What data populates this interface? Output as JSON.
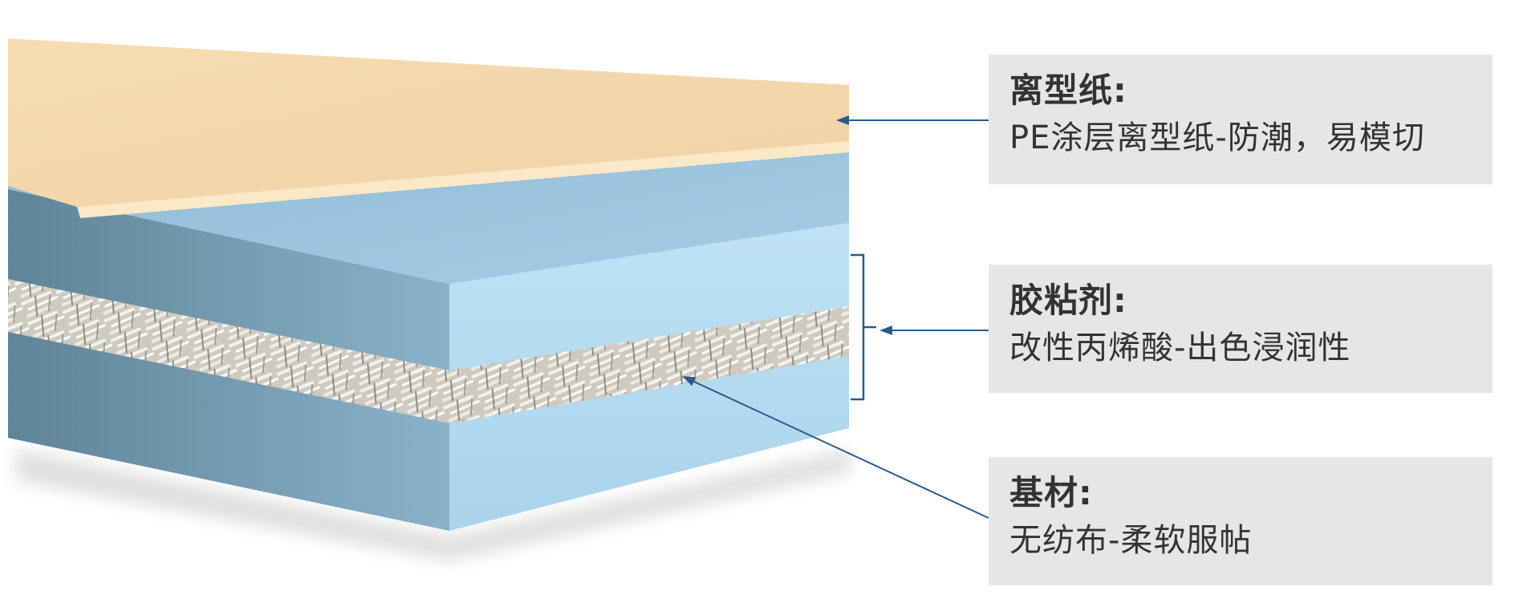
{
  "colors": {
    "release_paper_top": "#f4d7ad",
    "release_paper_edge": "#f9e6c2",
    "foam_top": "#98c3de",
    "foam_front": "#b4dcf2",
    "foam_left": "#6f97ae",
    "nonwoven": "#dcd8cf",
    "pointer_line": "#2c5a8c",
    "label_bg": "#e6e6e6"
  },
  "labels": [
    {
      "title": "离型纸:",
      "desc": "PE涂层离型纸-防潮，易模切"
    },
    {
      "title": "胶粘剂:",
      "desc": "改性丙烯酸-出色浸润性"
    },
    {
      "title": "基材:",
      "desc": "无纺布-柔软服帖"
    }
  ]
}
